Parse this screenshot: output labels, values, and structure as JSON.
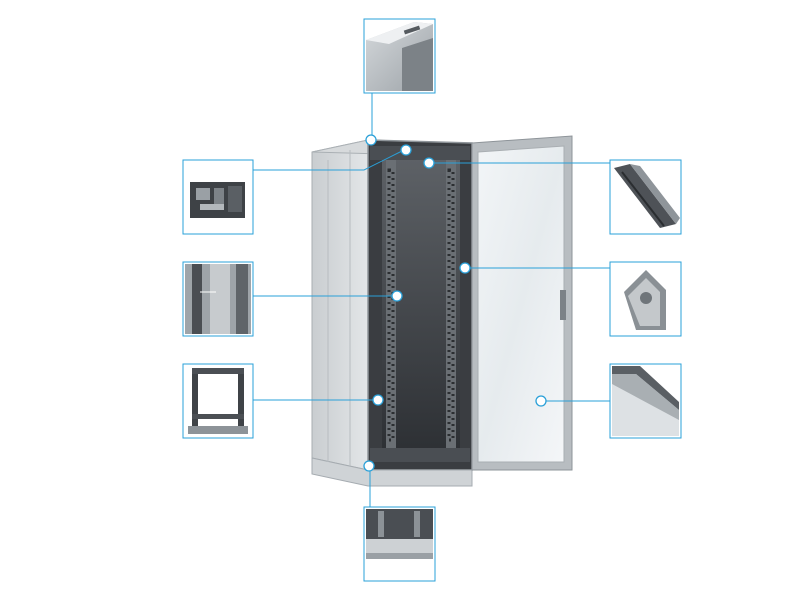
{
  "figure": {
    "subject": "server-rack-cabinet",
    "accent": "#2aa0d8",
    "callout_stroke": "#2aa0d8",
    "detail_views": [
      {
        "id": "top-corner",
        "icon": "top-corner-detail-icon"
      },
      {
        "id": "frame-profile",
        "icon": "aluminium-profile-detail-icon"
      },
      {
        "id": "side-rail",
        "icon": "side-rail-detail-icon"
      },
      {
        "id": "inner-frame",
        "icon": "inner-frame-detail-icon"
      },
      {
        "id": "base-plinth",
        "icon": "plinth-detail-icon"
      },
      {
        "id": "mounting-rail",
        "icon": "mounting-rail-detail-icon"
      },
      {
        "id": "rail-profile",
        "icon": "rail-profile-detail-icon"
      },
      {
        "id": "door-frame",
        "icon": "door-frame-detail-icon"
      }
    ]
  }
}
